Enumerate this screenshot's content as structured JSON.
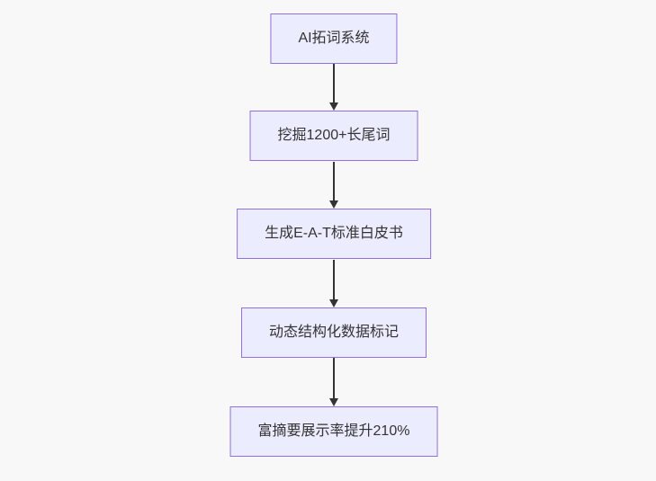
{
  "flowchart": {
    "type": "flowchart-vertical",
    "nodes": [
      {
        "label": "AI拓词系统"
      },
      {
        "label": "挖掘1200+长尾词"
      },
      {
        "label": "生成E-A-T标准白皮书"
      },
      {
        "label": "动态结构化数据标记"
      },
      {
        "label": "富摘要展示率提升210%"
      }
    ],
    "edges": [
      {
        "from": 0,
        "to": 1
      },
      {
        "from": 1,
        "to": 2
      },
      {
        "from": 2,
        "to": 3
      },
      {
        "from": 3,
        "to": 4
      }
    ],
    "colors": {
      "background": "#f8f8f8",
      "node_fill": "#ECECFF",
      "node_border": "#9370DB",
      "text": "#333333",
      "arrow": "#333333"
    }
  }
}
